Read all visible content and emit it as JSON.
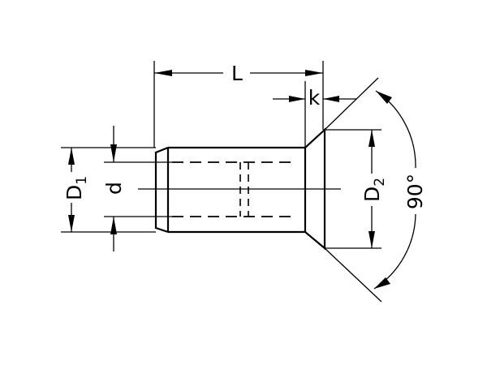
{
  "labels": {
    "length": "L",
    "head_height": "k",
    "shank_diameter": "D",
    "shank_diameter_sub": "1",
    "inner_diameter": "d",
    "head_diameter": "D",
    "head_diameter_sub": "2",
    "countersink_angle": "90°"
  },
  "colors": {
    "line": "#000000",
    "background": "#ffffff"
  }
}
